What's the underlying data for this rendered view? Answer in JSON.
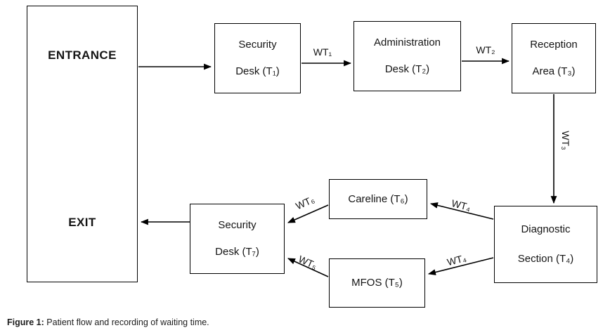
{
  "diagram": {
    "nodes": {
      "entrance_exit": {
        "entrance": "ENTRANCE",
        "exit": "EXIT"
      },
      "security_desk_1": {
        "line1": "Security",
        "line2": "Desk (T₁)"
      },
      "administration_desk": {
        "line1": "Administration",
        "line2": "Desk (T₂)"
      },
      "reception_area": {
        "line1": "Reception",
        "line2": "Area (T₃)"
      },
      "diagnostic_section": {
        "line1": "Diagnostic",
        "line2": "Section (T₄)"
      },
      "careline": {
        "label": "Careline (T₆)"
      },
      "mfos": {
        "label": "MFOS (T₅)"
      },
      "security_desk_7": {
        "line1": "Security",
        "line2": "Desk (T₇)"
      }
    },
    "edge_labels": {
      "wt1": "WT₁",
      "wt2": "WT₂",
      "wt3": "WT₃",
      "wt4_careline": "WT₄",
      "wt4_mfos": "WT₄",
      "wt5": "WT₅",
      "wt6": "WT₆"
    }
  },
  "caption": {
    "label": "Figure 1:",
    "text": "Patient flow and recording of waiting time."
  },
  "colors": {
    "line": "#000000",
    "background": "#ffffff",
    "text": "#141414"
  }
}
